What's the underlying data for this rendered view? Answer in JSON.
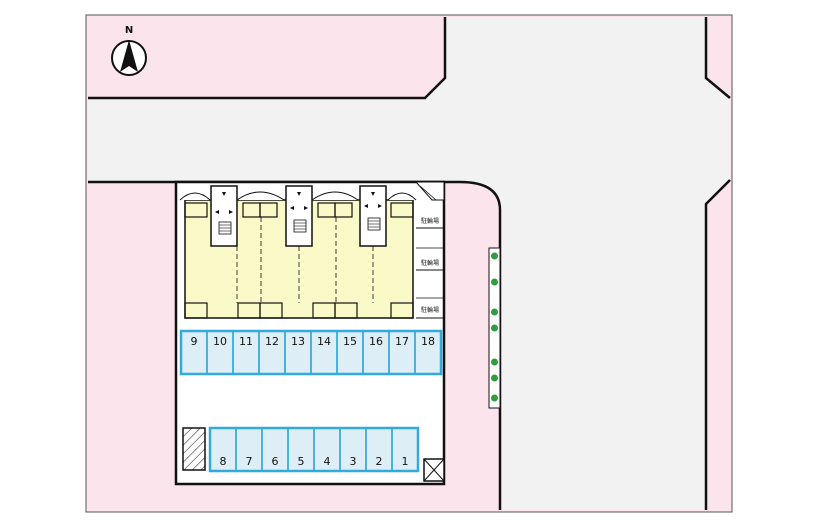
{
  "compass": {
    "label": "N",
    "icon": "north-arrow-icon"
  },
  "parking_row_top": [
    "9",
    "10",
    "11",
    "12",
    "13",
    "14",
    "15",
    "16",
    "17",
    "18"
  ],
  "parking_row_bottom": [
    "8",
    "7",
    "6",
    "5",
    "4",
    "3",
    "2",
    "1"
  ],
  "bicycle_parking": [
    "駐輪場",
    "駐輪場",
    "駐輪場"
  ],
  "colors": {
    "land": "#fce4ec",
    "road": "#f2f2f2",
    "building": "#fafac8",
    "parking_fill": "#ddeef7",
    "parking_line": "#33aadd",
    "hedge": "#2e9e3e",
    "outline": "#111111"
  },
  "icons": [
    "north-arrow-icon",
    "trash-station-icon",
    "hatched-block-icon",
    "staircase-icon",
    "hedge-shrub-icon"
  ]
}
